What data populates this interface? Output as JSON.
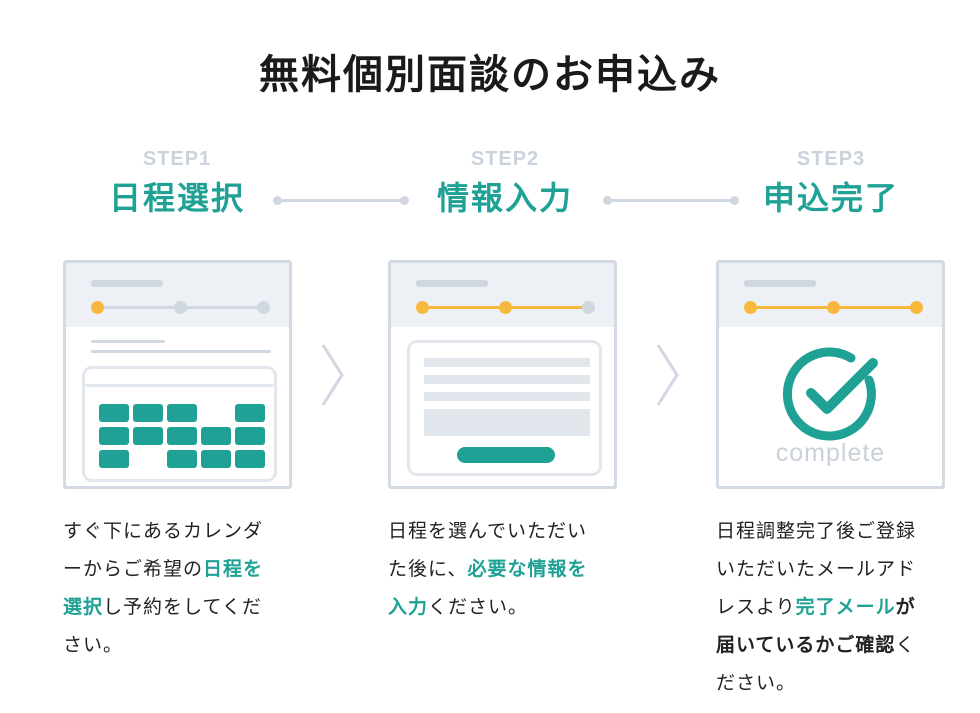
{
  "title": "無料個別面談のお申込み",
  "steps": [
    {
      "no": "STEP1",
      "label": "日程選択"
    },
    {
      "no": "STEP2",
      "label": "情報入力"
    },
    {
      "no": "STEP3",
      "label": "申込完了"
    }
  ],
  "complete_text": "complete",
  "colors": {
    "accent": "#1fa295",
    "progress": "#f7b93d",
    "muted": "#d0d7e0"
  },
  "descriptions": [
    [
      [
        [
          "すぐ下にあるカレンダ",
          ""
        ]
      ],
      [
        [
          "ーからご希望の",
          ""
        ],
        [
          "日程を",
          "g"
        ]
      ],
      [
        [
          "選択",
          "g"
        ],
        [
          "し予約をしてくだ",
          ""
        ]
      ],
      [
        [
          "さい。",
          ""
        ]
      ]
    ],
    [
      [
        [
          "日程を選んでいただい",
          ""
        ]
      ],
      [
        [
          "た後に、",
          ""
        ],
        [
          "必要な情報を",
          "g"
        ]
      ],
      [
        [
          "入力",
          "g"
        ],
        [
          "ください。",
          ""
        ]
      ]
    ],
    [
      [
        [
          "日程調整完了後ご登録",
          ""
        ]
      ],
      [
        [
          "いただいたメールアド",
          ""
        ]
      ],
      [
        [
          "レスより",
          ""
        ],
        [
          "完了メール",
          "g"
        ],
        [
          "が",
          "b"
        ]
      ],
      [
        [
          "届いているかご確認",
          "b"
        ],
        [
          "く",
          ""
        ]
      ],
      [
        [
          "ださい。",
          ""
        ]
      ]
    ]
  ]
}
